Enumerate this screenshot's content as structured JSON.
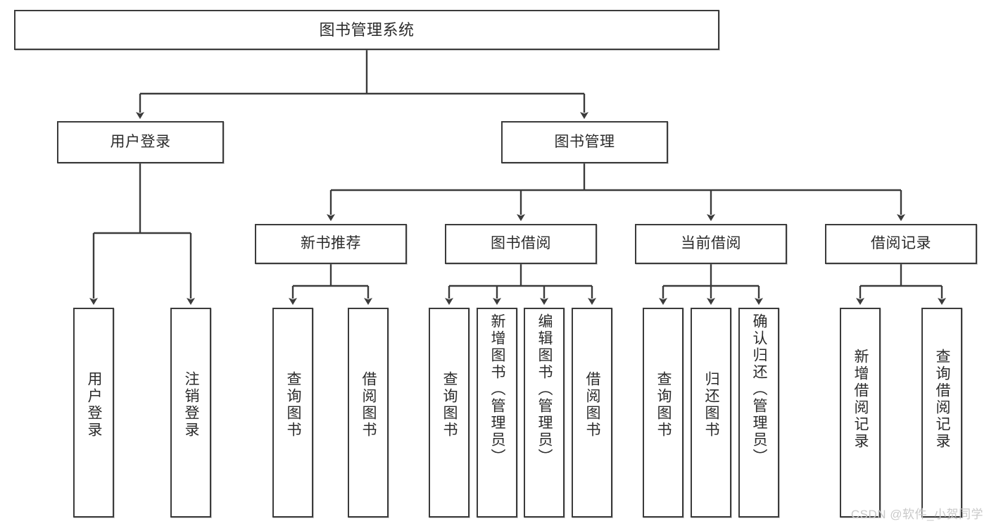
{
  "diagram": {
    "title": "图书管理系统",
    "type": "tree",
    "watermark": "CSDN @软件_小贺同学",
    "colors": {
      "border": "#3b3b3b",
      "text": "#2b2b2b",
      "background": "#ffffff",
      "watermark": "#c9c9c9"
    },
    "root": {
      "label": "图书管理系统"
    },
    "level2": [
      {
        "id": "user-login",
        "label": "用户登录"
      },
      {
        "id": "book-management",
        "label": "图书管理"
      }
    ],
    "level3": [
      {
        "id": "new-book-recommend",
        "label": "新书推荐"
      },
      {
        "id": "book-borrow",
        "label": "图书借阅"
      },
      {
        "id": "current-borrow",
        "label": "当前借阅"
      },
      {
        "id": "borrow-record",
        "label": "借阅记录"
      }
    ],
    "leaves": {
      "user_login": [
        {
          "id": "leaf-user-login",
          "label": "用户登录"
        },
        {
          "id": "leaf-logout",
          "label": "注销登录"
        }
      ],
      "new_book_recommend": [
        {
          "id": "leaf-query-book-1",
          "label": "查询图书"
        },
        {
          "id": "leaf-borrow-book-1",
          "label": "借阅图书"
        }
      ],
      "book_borrow": [
        {
          "id": "leaf-query-book-2",
          "label": "查询图书"
        },
        {
          "id": "leaf-add-book",
          "label": "新增图书（管理员）"
        },
        {
          "id": "leaf-edit-book",
          "label": "编辑图书（管理员）"
        },
        {
          "id": "leaf-borrow-book-2",
          "label": "借阅图书"
        }
      ],
      "current_borrow": [
        {
          "id": "leaf-query-book-3",
          "label": "查询图书"
        },
        {
          "id": "leaf-return-book",
          "label": "归还图书"
        },
        {
          "id": "leaf-confirm-return",
          "label": "确认归还（管理员）"
        }
      ],
      "borrow_record": [
        {
          "id": "leaf-add-record",
          "label": "新增借阅记录"
        },
        {
          "id": "leaf-query-record",
          "label": "查询借阅记录"
        }
      ]
    }
  }
}
